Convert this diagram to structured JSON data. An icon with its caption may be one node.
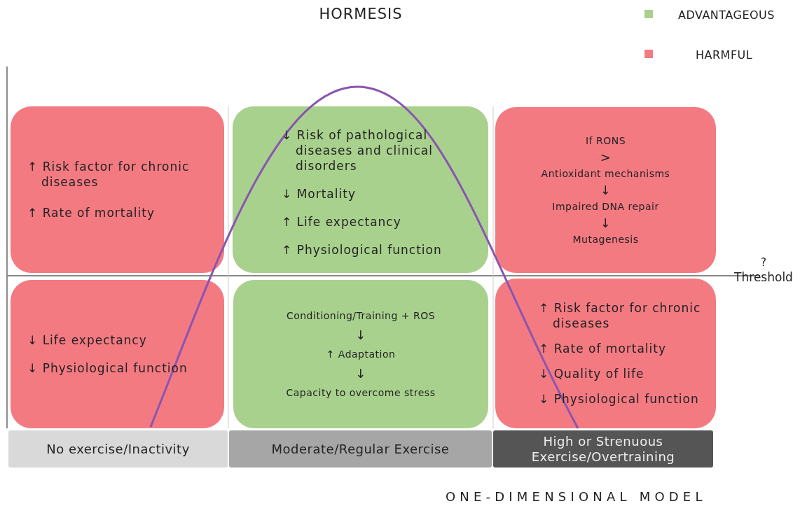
{
  "diagram": {
    "title": "HORMESIS",
    "caption": "ONE-DIMENSIONAL MODEL",
    "nodes": [
      {
        "text": [
          "↑ Risk factor for chronic diseases",
          "↑ Rate of mortality"
        ]
      },
      {
        "text": [
          "↓ Risk of pathological diseases and clinical disorders",
          "↓ Mortality",
          "↑ Life expectancy",
          "↑ Physiological function"
        ]
      },
      {
        "text": [
          "If RONS",
          ">",
          "Antioxidant mechanisms",
          "↓",
          "Impaired DNA repair",
          "↓",
          "Mutagenesis"
        ]
      },
      {
        "text": [
          "↓ Life expectancy",
          "↓ Physiological function"
        ]
      },
      {
        "text": [
          "Conditioning/Training + ROS",
          "↓",
          "↑ Adaptation",
          "↓",
          "Capacity to overcome stress"
        ]
      },
      {
        "text": [
          "↑ Risk factor for chronic diseases",
          "↑ Rate of mortality",
          "↓ Quality of life",
          "↓ Physiological function"
        ]
      },
      {
        "text": [
          "No exercise/Inactivity"
        ]
      },
      {
        "text": [
          "Moderate/Regular Exercise"
        ]
      },
      {
        "text": [
          "High or Strenuous Exercise/Overtraining"
        ]
      }
    ],
    "edges": [],
    "labels": [
      "?",
      "Threshold"
    ],
    "legend": [
      {
        "text": "ADVANTAGEOUS",
        "color": "#a9d18e"
      },
      {
        "text": "HARMFUL",
        "color": "#f47a82"
      }
    ]
  }
}
